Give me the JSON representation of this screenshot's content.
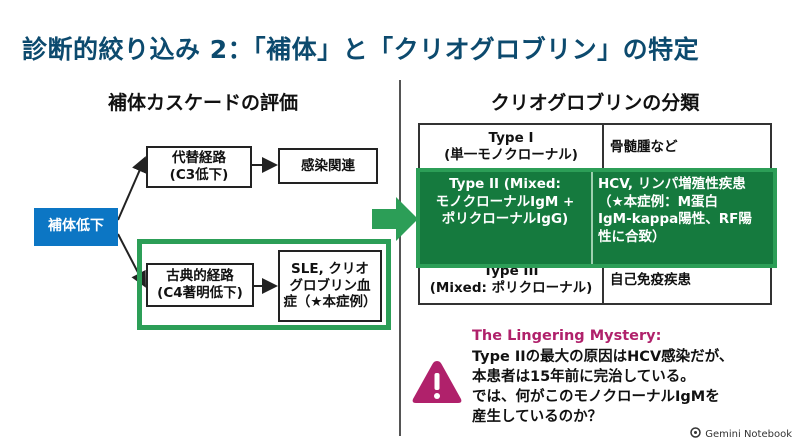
{
  "title": "診断的絞り込み 2：「補体」と「クリオグロブリン」の特定",
  "left": {
    "heading": "補体カスケードの評価",
    "root": "補体低下",
    "alt_path": {
      "label": "代替経路\n(C3低下)",
      "result": "感染関連"
    },
    "classical_path": {
      "label": "古典的経路\n(C4著明低下)",
      "result": "SLE, クリオ\nグロブリン血\n症（★本症例）"
    }
  },
  "right": {
    "heading": "クリオグロブリンの分類",
    "rows": [
      {
        "type": "Type I\n(単一モノクローナル)",
        "desc": "骨髄腫など"
      },
      {
        "type": "Type II (Mixed:\nモノクローナルIgM +\nポリクローナルIgG)",
        "desc": "HCV, リンパ増殖性疾患\n（★本症例：M蛋白\nIgM-kappa陽性、RF陽\n性に合致）"
      },
      {
        "type": "Type III\n(Mixed: ポリクローナル)",
        "desc": "自己免疫疾患"
      }
    ]
  },
  "mystery": {
    "title": "The Lingering Mystery:",
    "lines": [
      "Type IIの最大の原因はHCV感染だが、",
      "本患者は15年前に完治している。",
      "では、何がこのモノクローナルIgMを",
      "産生しているのか？"
    ]
  },
  "brand": "Gemini Notebook",
  "colors": {
    "title": "#0c4a6e",
    "root_box": "#0c76c4",
    "highlight_green": "#157a3e",
    "highlight_border": "#2c9e57",
    "mystery_title": "#b0216b",
    "warning_icon": "#b0216b"
  },
  "icons": [
    "arrow-right-icon",
    "warning-icon",
    "notebook-logo-icon"
  ]
}
